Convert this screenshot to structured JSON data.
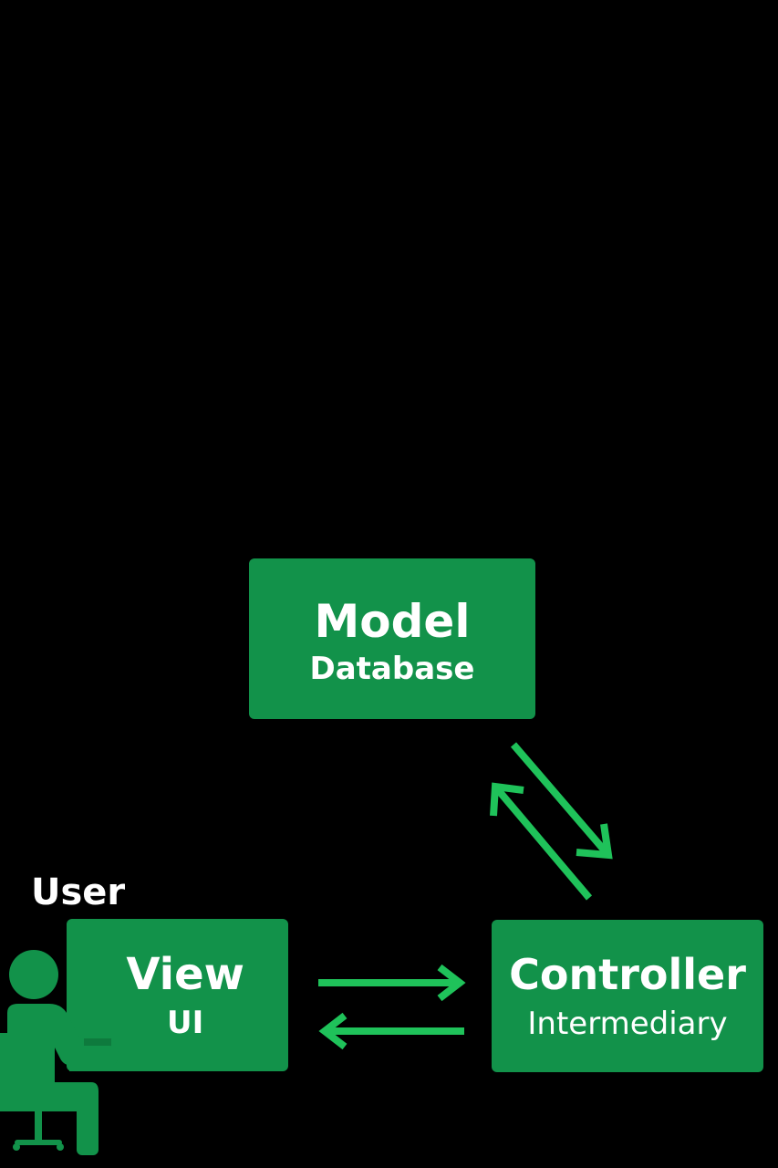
{
  "model": {
    "title": "Model",
    "subtitle": "Database"
  },
  "view": {
    "title": "View",
    "subtitle": "UI"
  },
  "controller": {
    "title": "Controller",
    "subtitle": "Intermediary"
  },
  "user": {
    "label": "User",
    "icon": "user-at-desk-icon"
  },
  "colors": {
    "background": "#000000",
    "box": "#12924a",
    "arrow": "#1fc25a",
    "text": "#ffffff"
  }
}
